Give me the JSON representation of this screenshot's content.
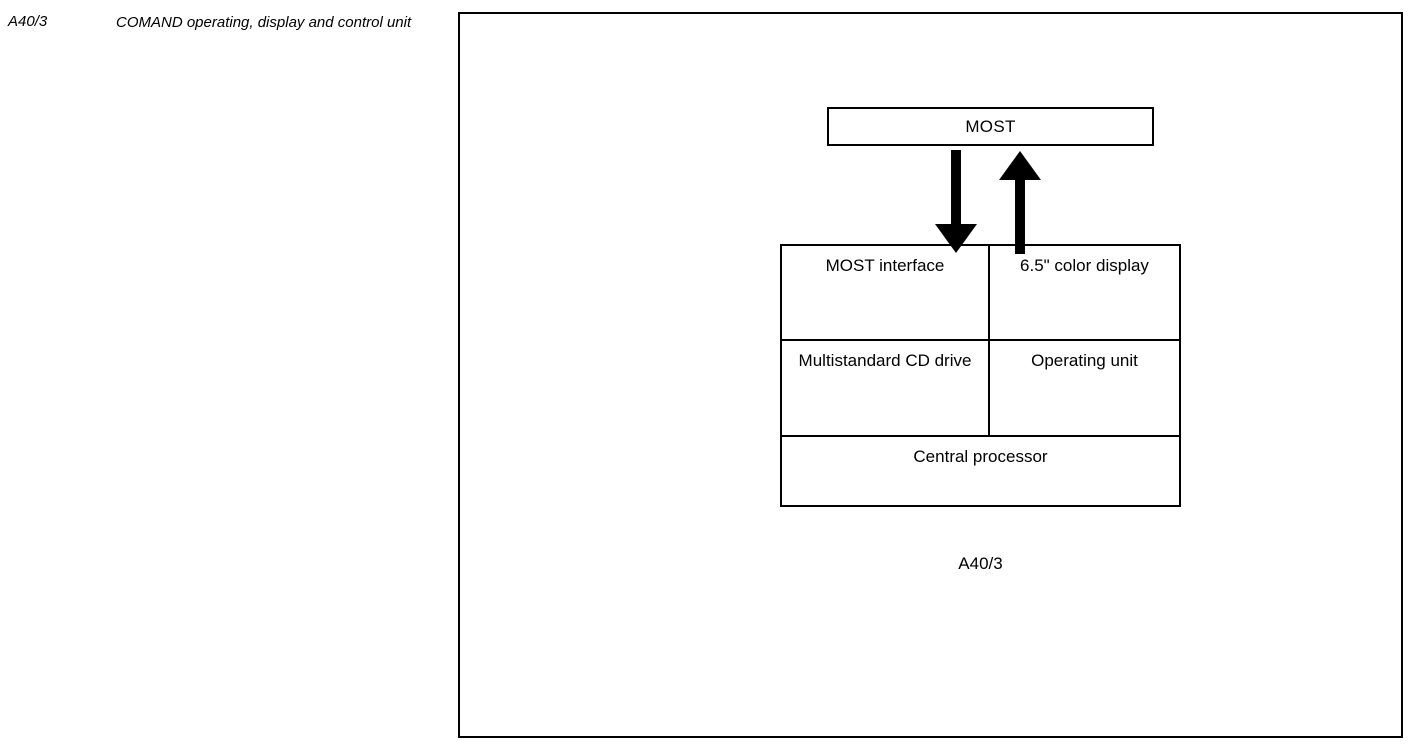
{
  "legend": {
    "code": "A40/3",
    "description": "COMAND operating, display and control unit"
  },
  "diagram": {
    "bus": {
      "label": "MOST"
    },
    "arrows": [
      {
        "name": "bus-to-unit",
        "direction": "down"
      },
      {
        "name": "unit-to-bus",
        "direction": "up"
      }
    ],
    "unit": {
      "rows": [
        {
          "cells": [
            {
              "label": "MOST interface"
            },
            {
              "label": "6.5\" color display"
            }
          ]
        },
        {
          "cells": [
            {
              "label": "Multistandard CD drive"
            },
            {
              "label": "Operating unit"
            }
          ]
        },
        {
          "cells": [
            {
              "label": "Central processor"
            }
          ]
        }
      ]
    },
    "caption": "A40/3"
  },
  "colors": {
    "stroke": "#000000",
    "background": "#ffffff"
  }
}
